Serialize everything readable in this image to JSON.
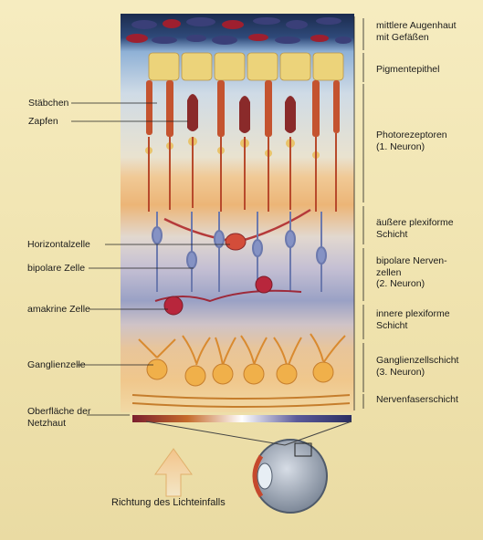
{
  "layers_right": [
    {
      "text": "mittlere Augenhaut\nmit Gefäßen"
    },
    {
      "text": "Pigmentepithel"
    },
    {
      "text": "Photorezeptoren\n(1. Neuron)"
    },
    {
      "text": "äußere plexiforme\nSchicht"
    },
    {
      "text": "bipolare Nerven-\nzellen\n(2. Neuron)"
    },
    {
      "text": "innere plexiforme\nSchicht"
    },
    {
      "text": "Ganglienzellschicht\n(3. Neuron)"
    },
    {
      "text": "Nervenfaserschicht"
    }
  ],
  "labels_left": [
    {
      "text": "Stäbchen"
    },
    {
      "text": "Zapfen"
    },
    {
      "text": "Horizontalzelle"
    },
    {
      "text": "bipolare Zelle"
    },
    {
      "text": "amakrine Zelle"
    },
    {
      "text": "Ganglienzelle"
    },
    {
      "text": "Oberfläche der\nNetzhaut"
    }
  ],
  "bottom_caption": "Richtung des Lichteinfalls",
  "colors": {
    "choroid": "#1e2b4c",
    "choroid_vessel_red": "#9e1f2f",
    "pigment": "#ecd37a",
    "rod": "#b84a2c",
    "cone": "#8a2a2a",
    "bipolar": "#6c79ad",
    "horizontal": "#b53a3a",
    "ganglion": "#f0b04a",
    "light_arrow": "#f7d9a0"
  },
  "icons": [
    "eye-cross-section-icon",
    "light-direction-arrow-icon"
  ]
}
